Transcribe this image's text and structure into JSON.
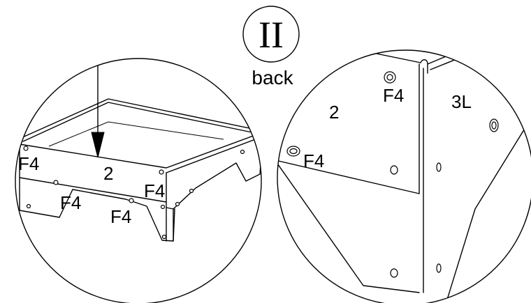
{
  "step": {
    "roman_numeral": "II",
    "view_label": "back"
  },
  "left_detail": {
    "part_label": "2",
    "fasteners": [
      "F4",
      "F4",
      "F4",
      "F4"
    ]
  },
  "right_detail": {
    "part_labels": [
      "2",
      "3L"
    ],
    "fasteners": [
      "F4",
      "F4"
    ]
  },
  "colors": {
    "line": "#000000",
    "background": "#ffffff"
  }
}
